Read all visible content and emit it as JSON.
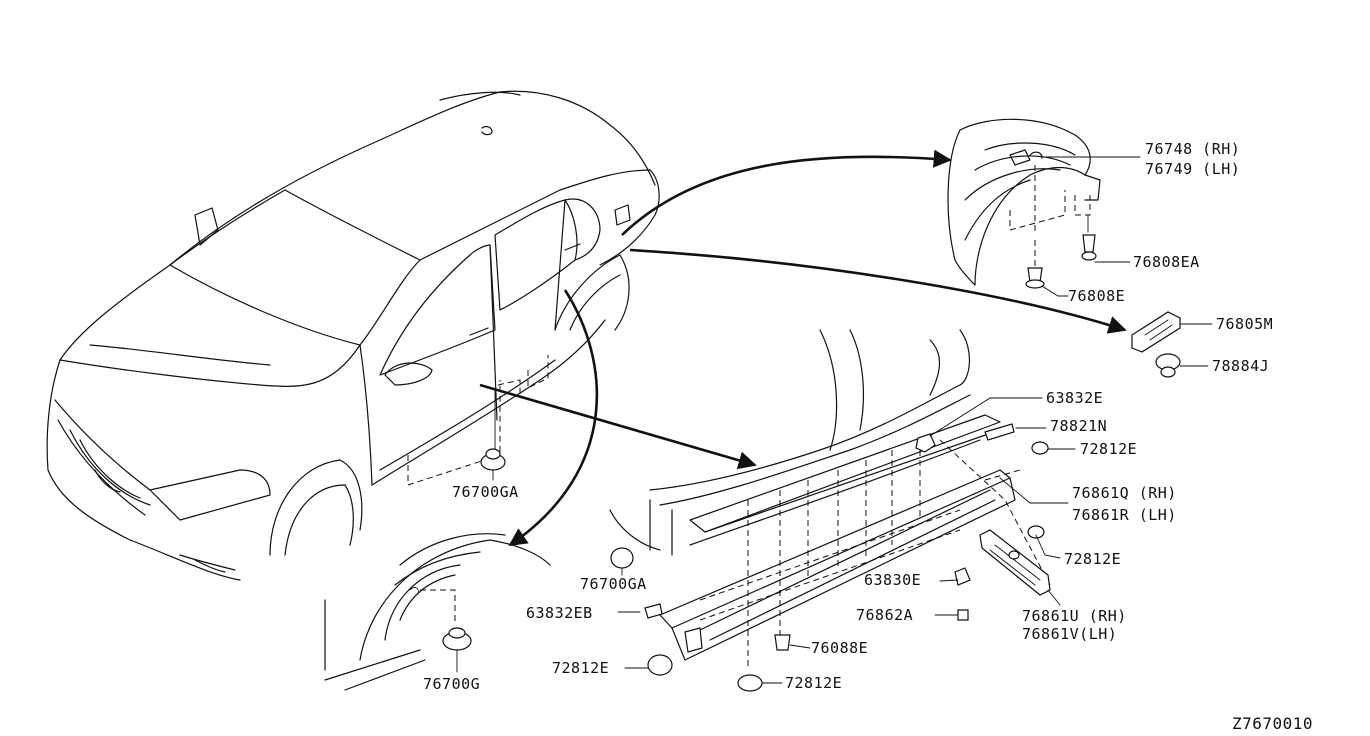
{
  "diagram_code": "Z7670010",
  "labels": {
    "l76748": "76748 (RH)",
    "l76749": "76749 (LH)",
    "l76808ea": "76808EA",
    "l76808e": "76808E",
    "l76805m": "76805M",
    "l78884j": "78884J",
    "l63832e": "63832E",
    "l78821n": "78821N",
    "l72812e_a": "72812E",
    "l76861q": "76861Q (RH)",
    "l76861r": "76861R (LH)",
    "l72812e_b": "72812E",
    "l63830e": "63830E",
    "l76862a": "76862A",
    "l76861u": "76861U (RH)",
    "l76861v": "76861V(LH)",
    "l76700ga_a": "76700GA",
    "l76700ga_b": "76700GA",
    "l63832eb": "63832EB",
    "l76088e": "76088E",
    "l72812e_c": "72812E",
    "l72812e_d": "72812E",
    "l76700g": "76700G"
  }
}
